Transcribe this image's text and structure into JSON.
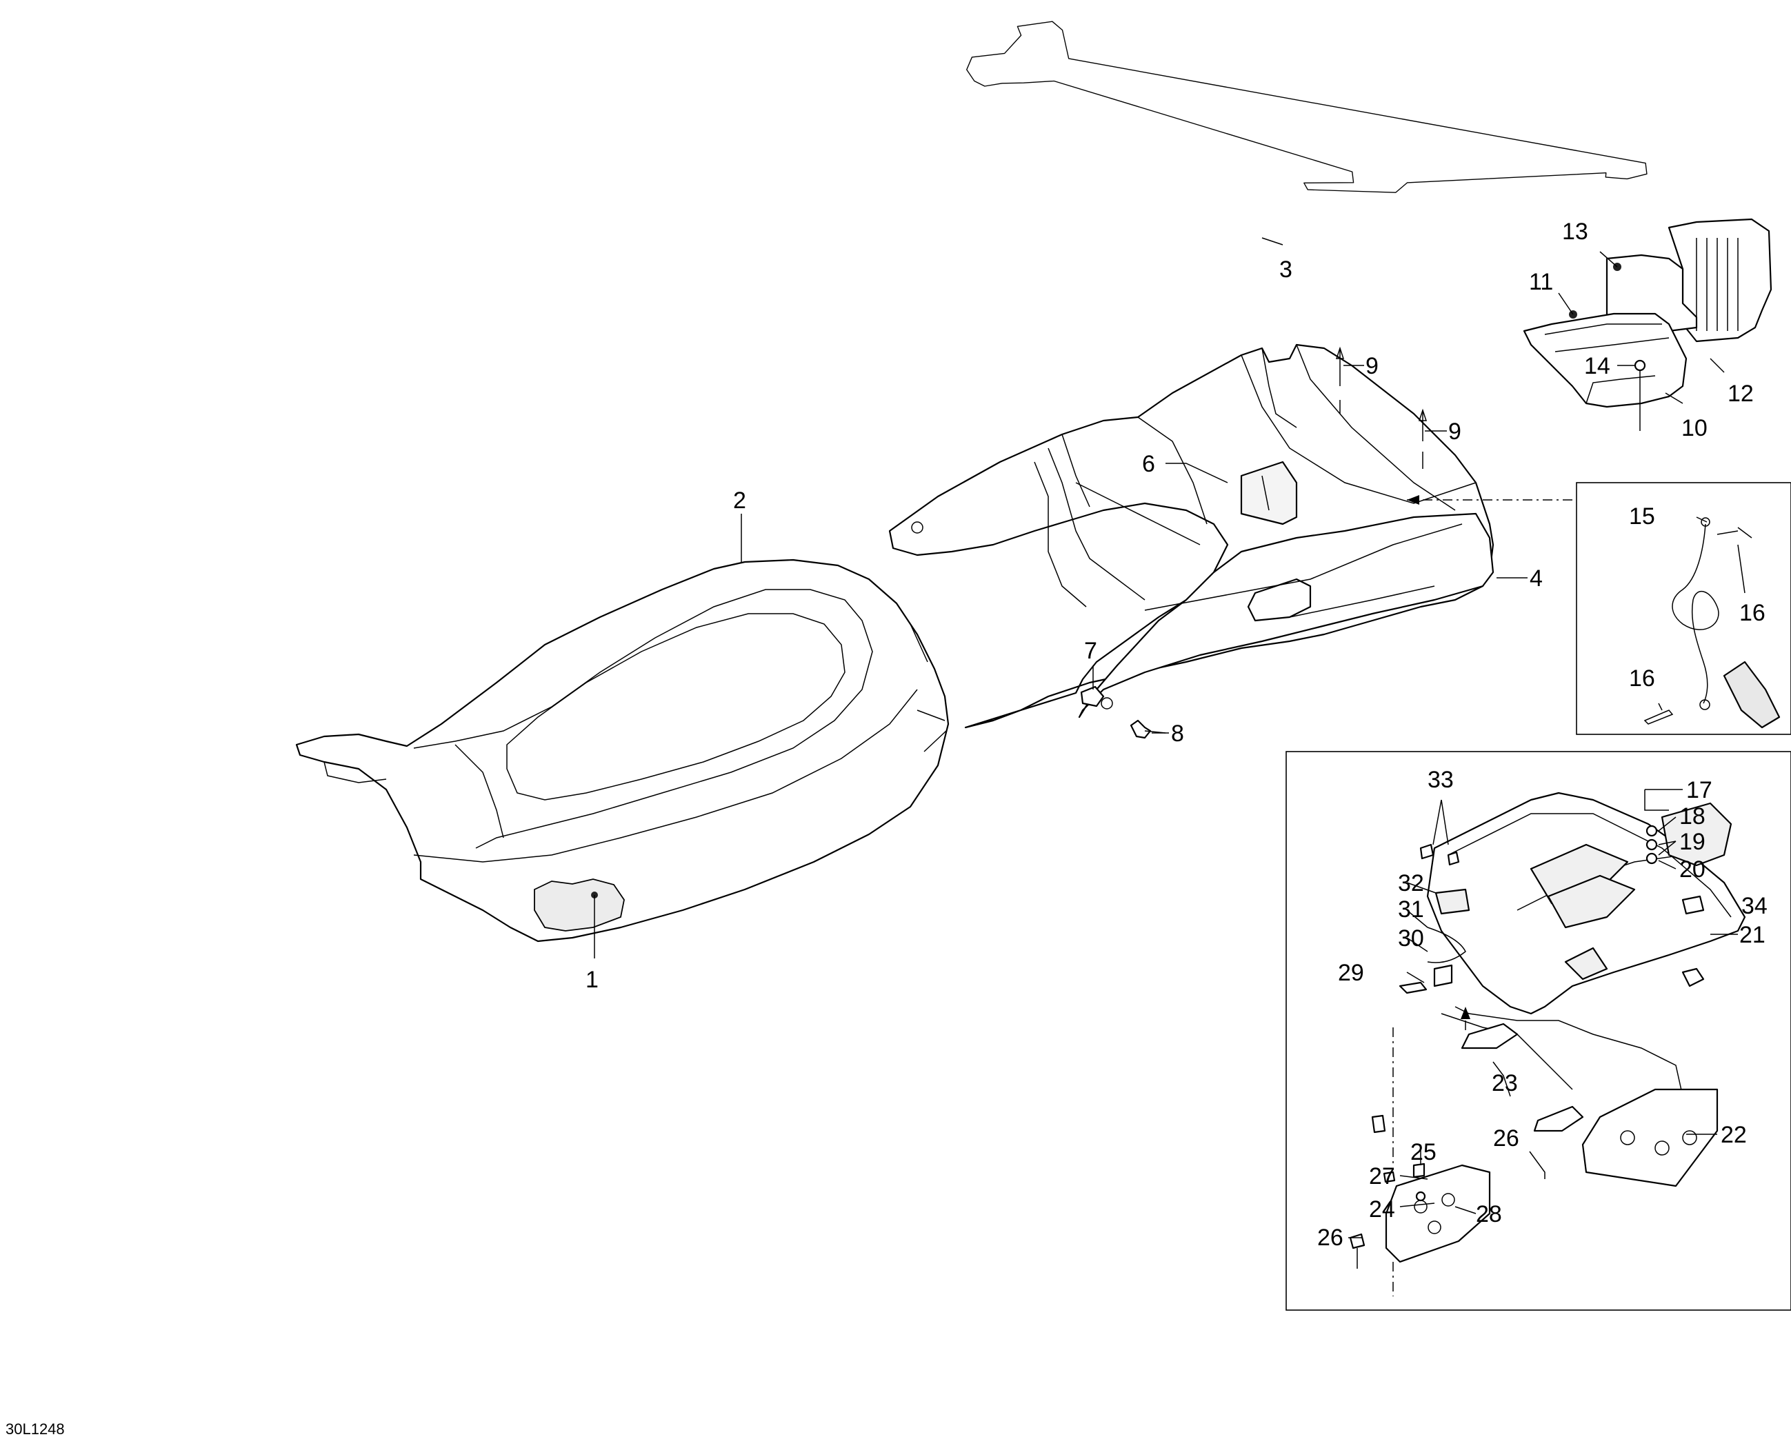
{
  "diagram": {
    "drawing_code": "30L1248",
    "callouts": [
      {
        "key": "c1",
        "text": "1"
      },
      {
        "key": "c2",
        "text": "2"
      },
      {
        "key": "c3",
        "text": "3"
      },
      {
        "key": "c4",
        "text": "4"
      },
      {
        "key": "c6",
        "text": "6"
      },
      {
        "key": "c7",
        "text": "7"
      },
      {
        "key": "c8",
        "text": "8"
      },
      {
        "key": "c9a",
        "text": "9"
      },
      {
        "key": "c9b",
        "text": "9"
      },
      {
        "key": "c10",
        "text": "10"
      },
      {
        "key": "c11",
        "text": "11"
      },
      {
        "key": "c12",
        "text": "12"
      },
      {
        "key": "c13",
        "text": "13"
      },
      {
        "key": "c14",
        "text": "14"
      },
      {
        "key": "c15",
        "text": "15"
      },
      {
        "key": "c16a",
        "text": "16"
      },
      {
        "key": "c16b",
        "text": "16"
      },
      {
        "key": "c17",
        "text": "17"
      },
      {
        "key": "c18",
        "text": "18"
      },
      {
        "key": "c19",
        "text": "19"
      },
      {
        "key": "c20",
        "text": "20"
      },
      {
        "key": "c21",
        "text": "21"
      },
      {
        "key": "c22",
        "text": "22"
      },
      {
        "key": "c23",
        "text": "23"
      },
      {
        "key": "c24",
        "text": "24"
      },
      {
        "key": "c25",
        "text": "25"
      },
      {
        "key": "c26a",
        "text": "26"
      },
      {
        "key": "c26b",
        "text": "26"
      },
      {
        "key": "c27",
        "text": "27"
      },
      {
        "key": "c28",
        "text": "28"
      },
      {
        "key": "c29",
        "text": "29"
      },
      {
        "key": "c30",
        "text": "30"
      },
      {
        "key": "c31",
        "text": "31"
      },
      {
        "key": "c32",
        "text": "32"
      },
      {
        "key": "c33",
        "text": "33"
      },
      {
        "key": "c34",
        "text": "34"
      }
    ]
  }
}
